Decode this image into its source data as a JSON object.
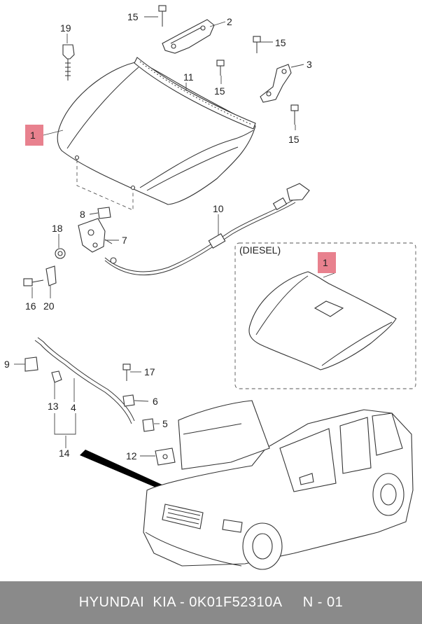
{
  "callouts": {
    "c1": "1",
    "c2": "2",
    "c3": "3",
    "c4": "4",
    "c5": "5",
    "c6": "6",
    "c7": "7",
    "c8": "8",
    "c9": "9",
    "c10": "10",
    "c11": "11",
    "c12": "12",
    "c13": "13",
    "c14": "14",
    "c15a": "15",
    "c15b": "15",
    "c15c": "15",
    "c15d": "15",
    "c16": "16",
    "c17": "17",
    "c18": "18",
    "c19": "19",
    "c20": "20",
    "c1diesel": "1"
  },
  "diesel_inset": {
    "title": "(DIESEL)"
  },
  "footer": {
    "text": "HYUNDAI  KIA - 0K01F52310A     N - 01"
  },
  "colors": {
    "highlight": "#e8818e",
    "footer_bg": "#8a8a8a",
    "line": "#333333"
  }
}
